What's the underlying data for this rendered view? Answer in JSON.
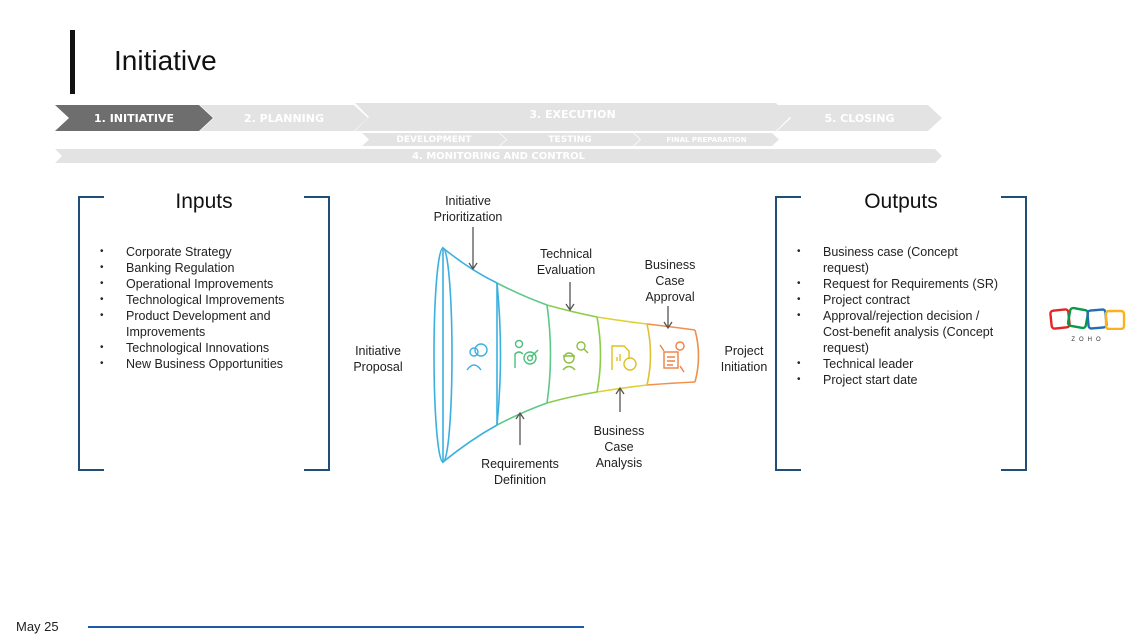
{
  "title": "Initiative",
  "phases": {
    "initiative": "1. INITIATIVE",
    "planning": "2. PLANNING",
    "execution": "3. EXECUTION",
    "closing": "5. CLOSING",
    "development": "DEVELOPMENT",
    "testing": "TESTING",
    "final_preparation": "FINAL PREPARATION",
    "monitoring": "4. MONITORING AND CONTROL",
    "active_color": "#6e6e6e",
    "inactive_color": "#e3e3e3"
  },
  "inputs": {
    "title": "Inputs",
    "items": [
      "Corporate Strategy",
      "Banking Regulation",
      "Operational Improvements",
      "Technological Improvements",
      "Product Development and Improvements",
      "Technological Innovations",
      "New Business Opportunities"
    ]
  },
  "outputs": {
    "title": "Outputs",
    "items": [
      "Business case (Concept request)",
      "Request for Requirements (SR)",
      "Project contract",
      "Approval/rejection decision / Cost-benefit analysis (Concept request)",
      "Technical leader",
      "Project start date"
    ]
  },
  "funnel": {
    "start": "Initiative Proposal",
    "end": "Project Initiation",
    "stages": [
      "Initiative Prioritization",
      "Requirements Definition",
      "Technical Evaluation",
      "Business Case Analysis",
      "Business Case Approval"
    ]
  },
  "logo": "ZOHO",
  "footer": {
    "date": "May 25"
  }
}
